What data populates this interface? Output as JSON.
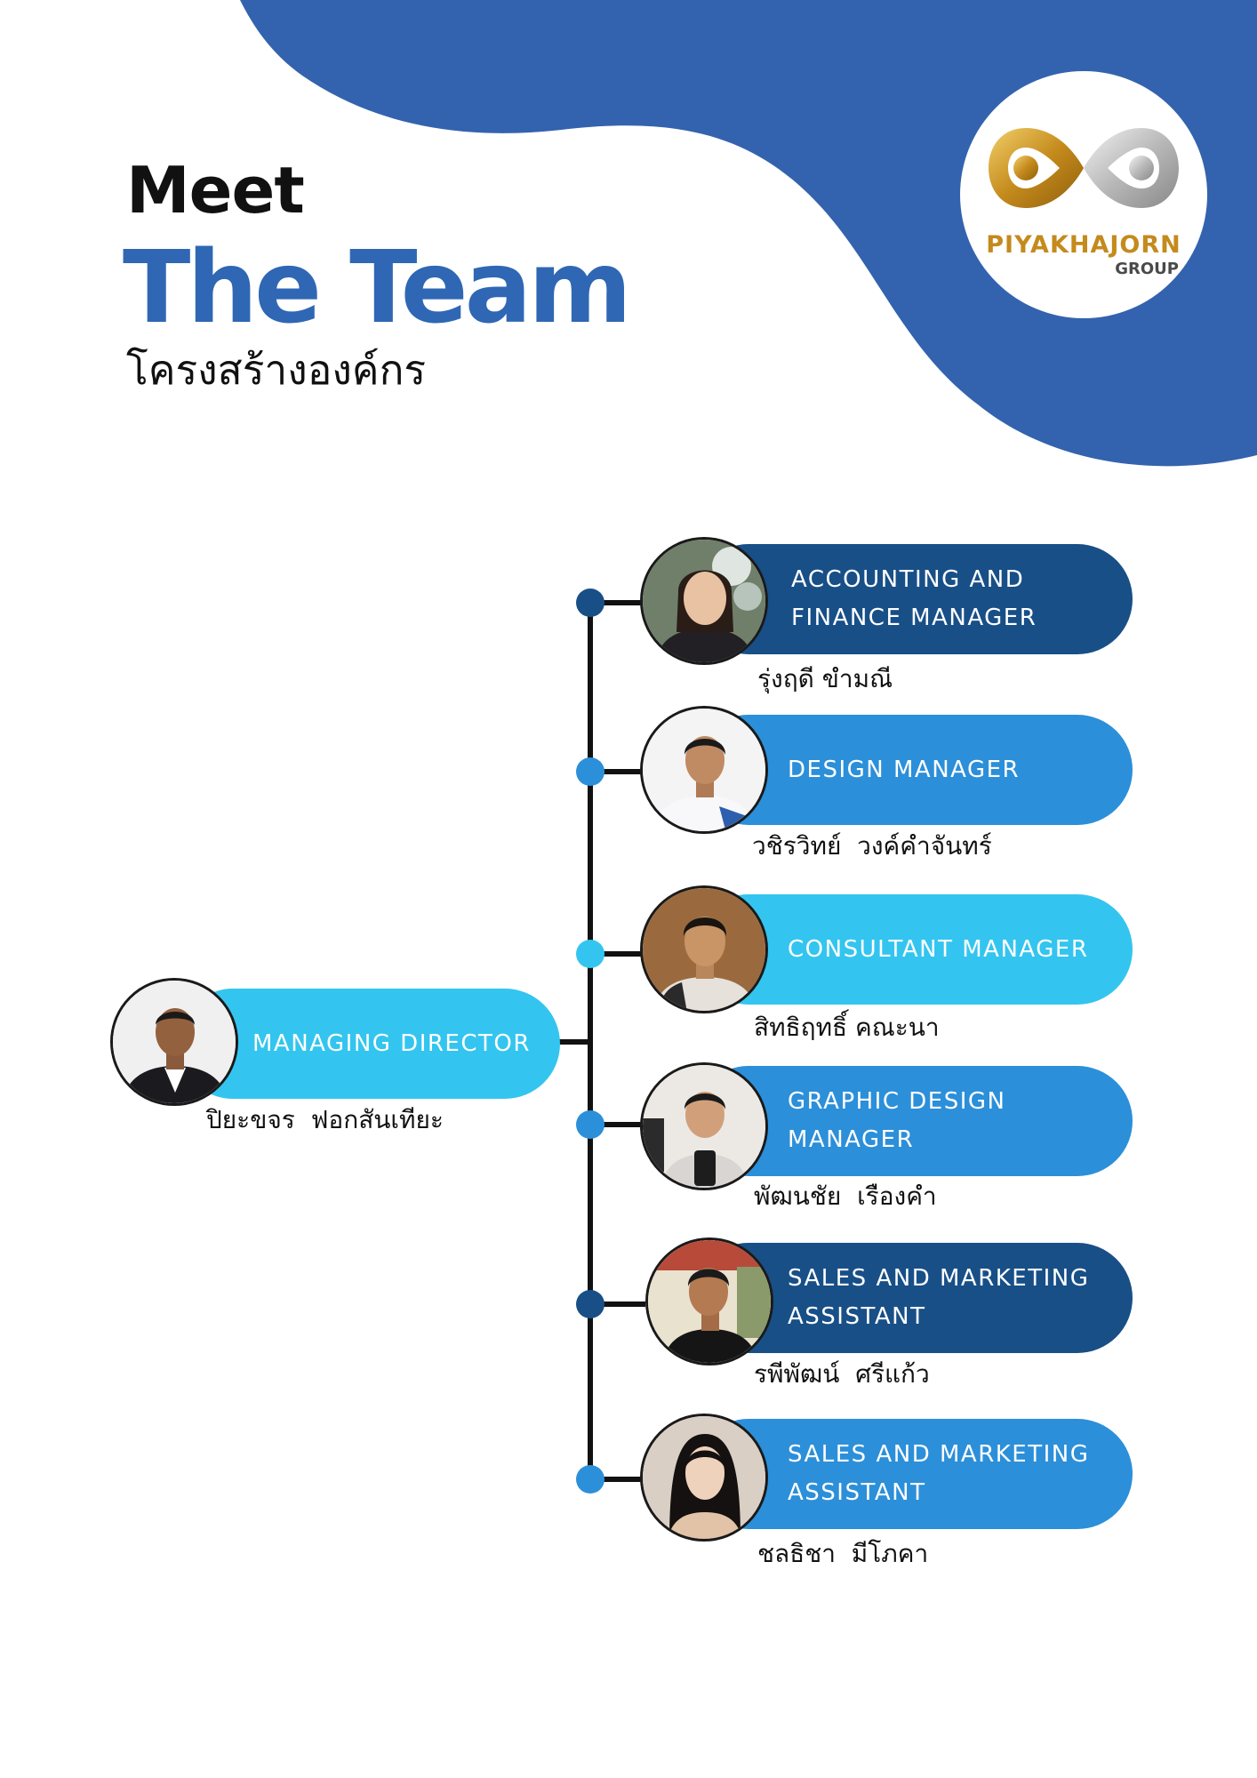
{
  "header": {
    "meet": "Meet",
    "the_team": "The Team",
    "subtitle_thai": "โครงสร้างองค์กร"
  },
  "logo": {
    "name": "PIYAKHAJORN",
    "group": "GROUP",
    "icon": "infinity-logo-icon"
  },
  "colors": {
    "primary_blue": "#3363ae",
    "dark_blue": "#184f87",
    "mid_blue": "#2c8fd9",
    "light_blue": "#33c5ef",
    "gold": "#c48a1c"
  },
  "director": {
    "title": "MANAGING DIRECTOR",
    "name": "ปิยะขจร  ฟอกสันเทียะ"
  },
  "staff": [
    {
      "title_line1": "ACCOUNTING AND",
      "title_line2": "FINANCE MANAGER",
      "name": "รุ่งฤดี ขำมณี"
    },
    {
      "title_line1": "DESIGN MANAGER",
      "title_line2": "",
      "name": "วชิรวิทย์  วงค์คำจันทร์"
    },
    {
      "title_line1": "CONSULTANT MANAGER",
      "title_line2": "",
      "name": "สิทธิฤทธิ์ คณะนา"
    },
    {
      "title_line1": "GRAPHIC DESIGN",
      "title_line2": "MANAGER",
      "name": "พัฒนชัย  เรืองคำ"
    },
    {
      "title_line1": "SALES AND MARKETING",
      "title_line2": "ASSISTANT",
      "name": "รพีพัฒน์  ศรีแก้ว"
    },
    {
      "title_line1": "SALES AND MARKETING",
      "title_line2": "ASSISTANT",
      "name": "ชลธิชา  มีโภคา"
    }
  ]
}
